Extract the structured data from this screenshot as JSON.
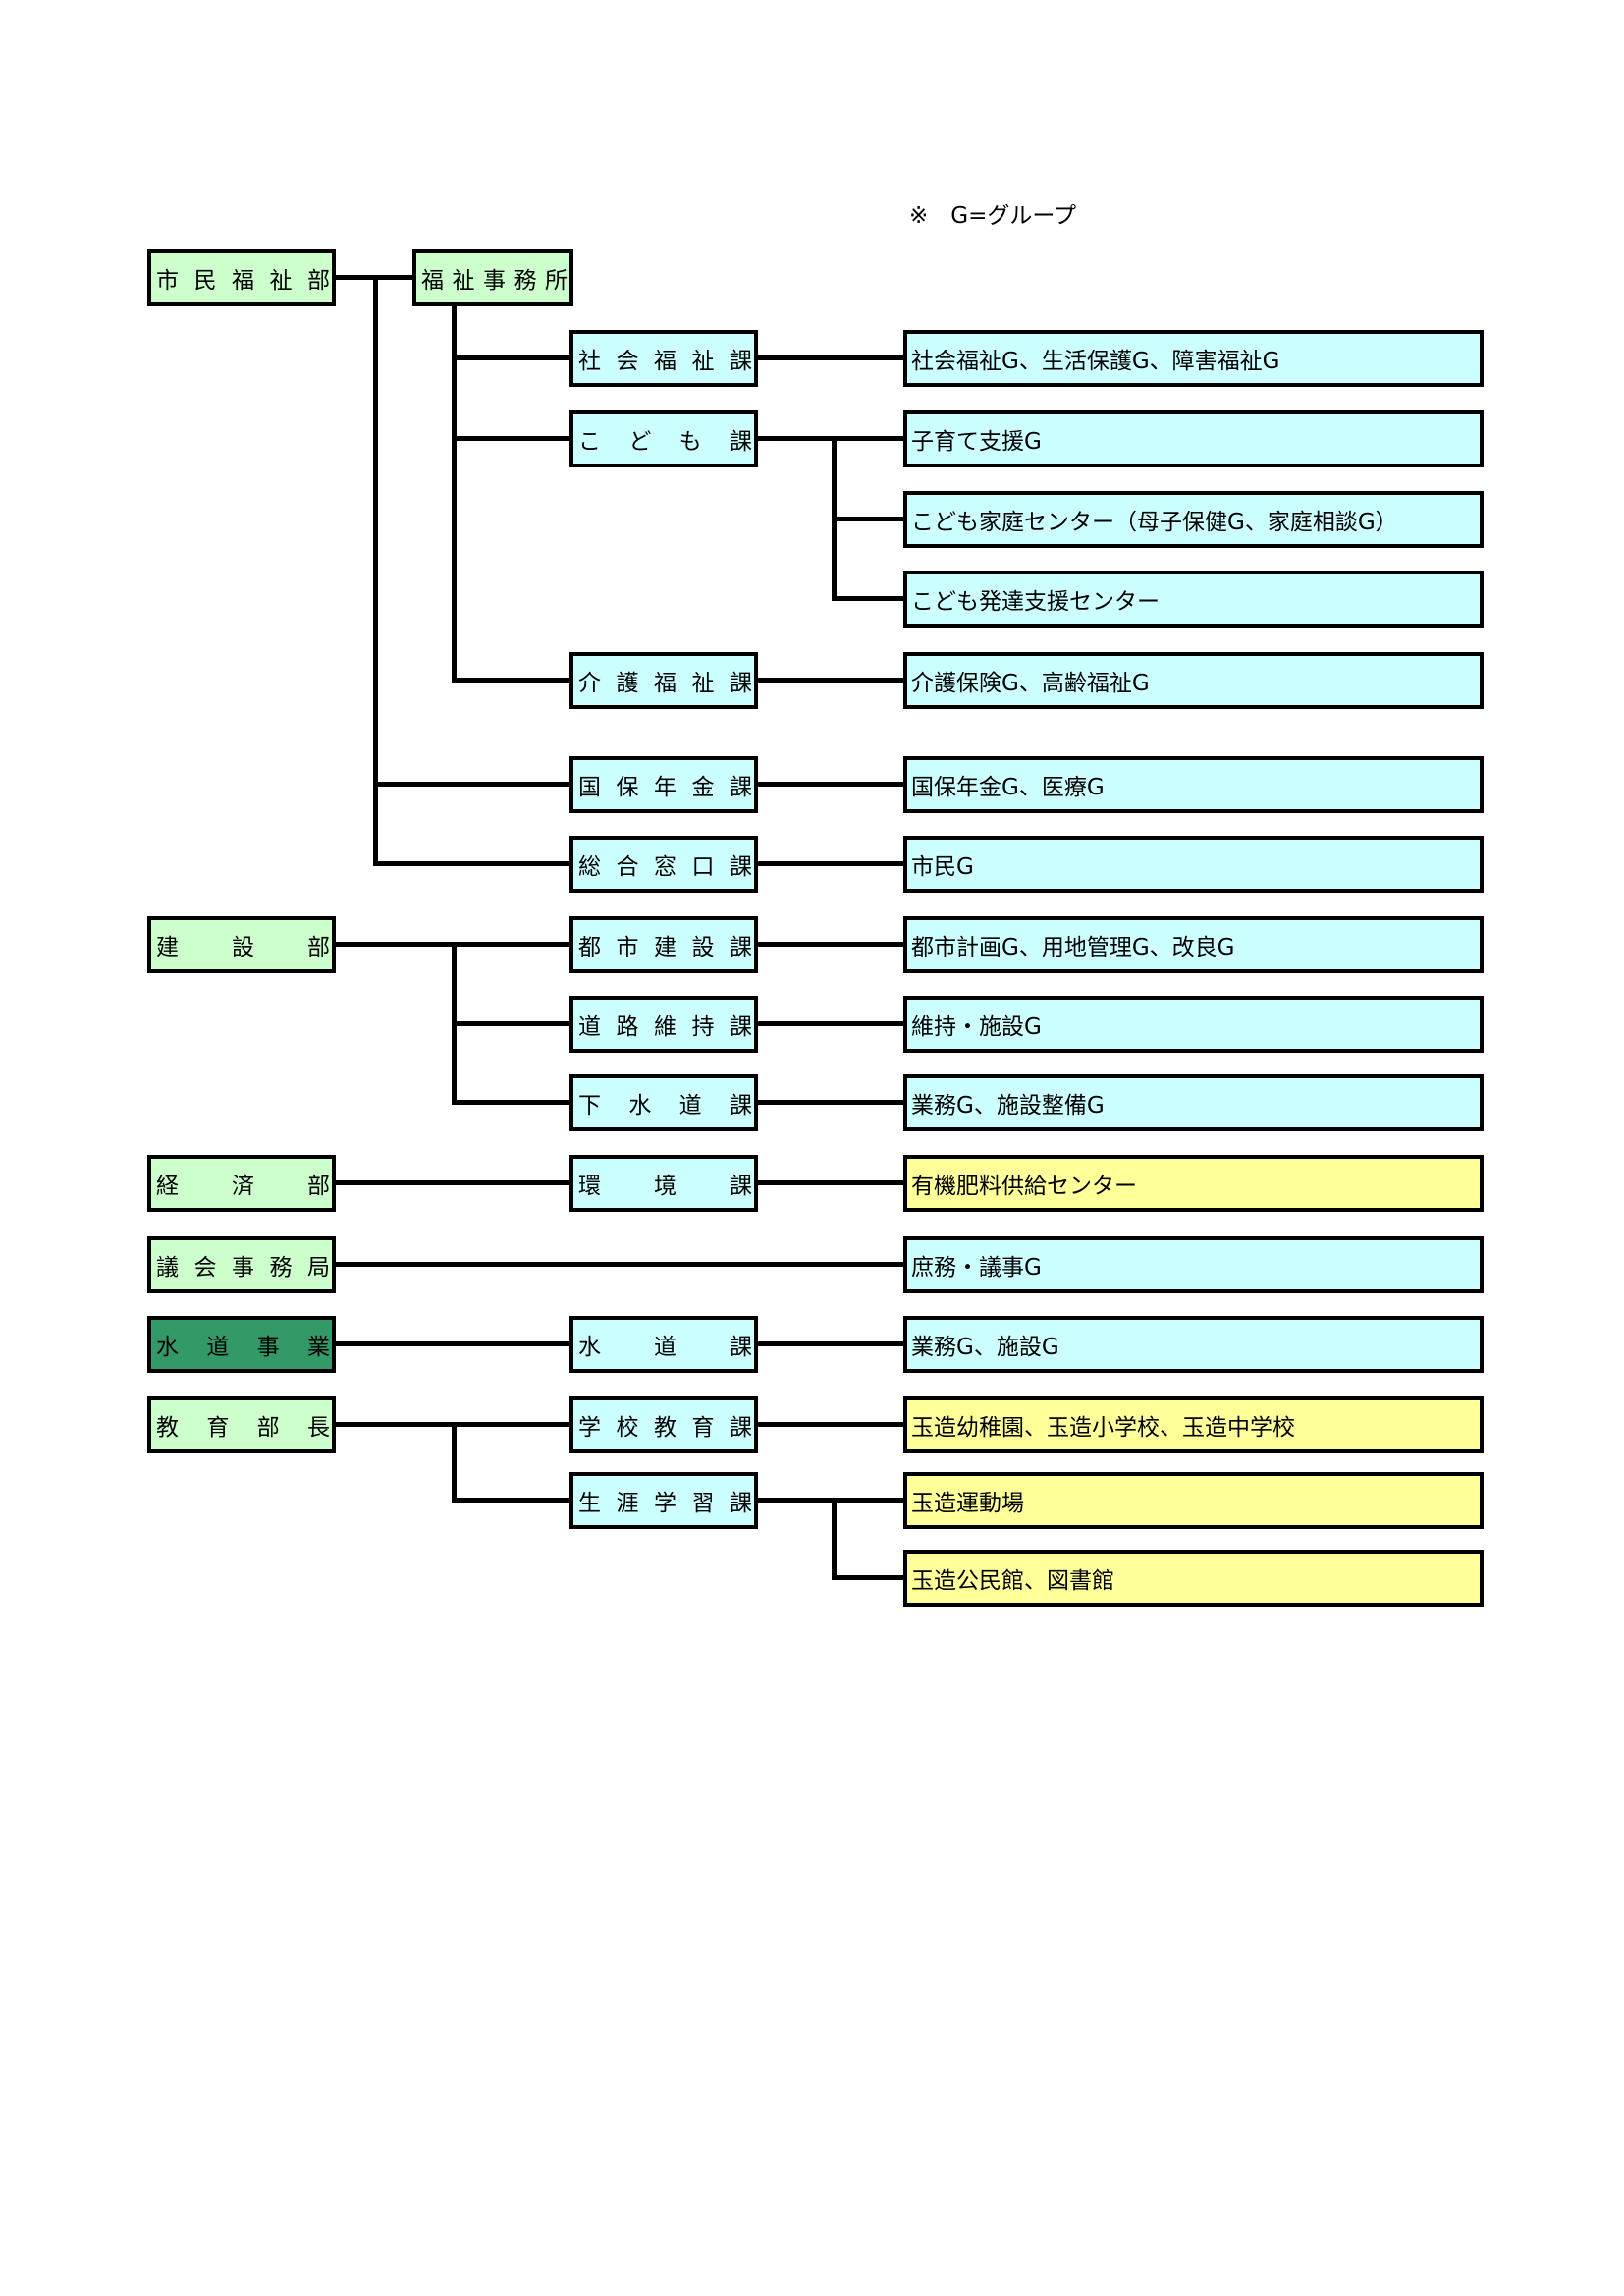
{
  "note": "※　G=グループ",
  "nodes": {
    "shimin_fukushi_bu": "市民福祉部",
    "fukushi_jimusho": "福祉事務所",
    "shakai_fukushi_ka": "社会福祉課",
    "kodomo_ka": "こども課",
    "kaigo_fukushi_ka": "介護福祉課",
    "kokuho_nenkin_ka": "国保年金課",
    "sogo_madoguchi_ka": "総合窓口課",
    "kensetsu_bu": "建設部",
    "toshi_kensetsu_ka": "都市建設課",
    "doro_iji_ka": "道路維持課",
    "gesuido_ka": "下水道課",
    "keizai_bu": "経済部",
    "kankyo_ka": "環境課",
    "gikai_jimukyoku": "議会事務局",
    "suido_jigyo": "水道事業",
    "suido_ka": "水道課",
    "kyoiku_bucho": "教育部長",
    "gakko_kyoiku_ka": "学校教育課",
    "shogai_gakushu_ka": "生涯学習課"
  },
  "groups": {
    "shakai_fukushi": "社会福祉G、生活保護G、障害福祉G",
    "kosodate": "子育て支援G",
    "kodomo_katei": "こども家庭センター（母子保健G、家庭相談G）",
    "kodomo_hattatsu": "こども発達支援センター",
    "kaigo": "介護保険G、高齢福祉G",
    "kokuho": "国保年金G、医療G",
    "shimin": "市民G",
    "toshi": "都市計画G、用地管理G、改良G",
    "iji": "維持・施設G",
    "gesuido": "業務G、施設整備G",
    "yuki_hiryo": "有機肥料供給センター",
    "gikai": "庶務・議事G",
    "suido": "業務G、施設G",
    "gakko": "玉造幼稚園、玉造小学校、玉造中学校",
    "undojo": "玉造運動場",
    "kominkan": "玉造公民館、図書館"
  },
  "colors": {
    "department": "#ccffcc",
    "department_dark": "#339966",
    "section": "#ccffff",
    "facility": "#ffff99",
    "border": "#000000"
  }
}
